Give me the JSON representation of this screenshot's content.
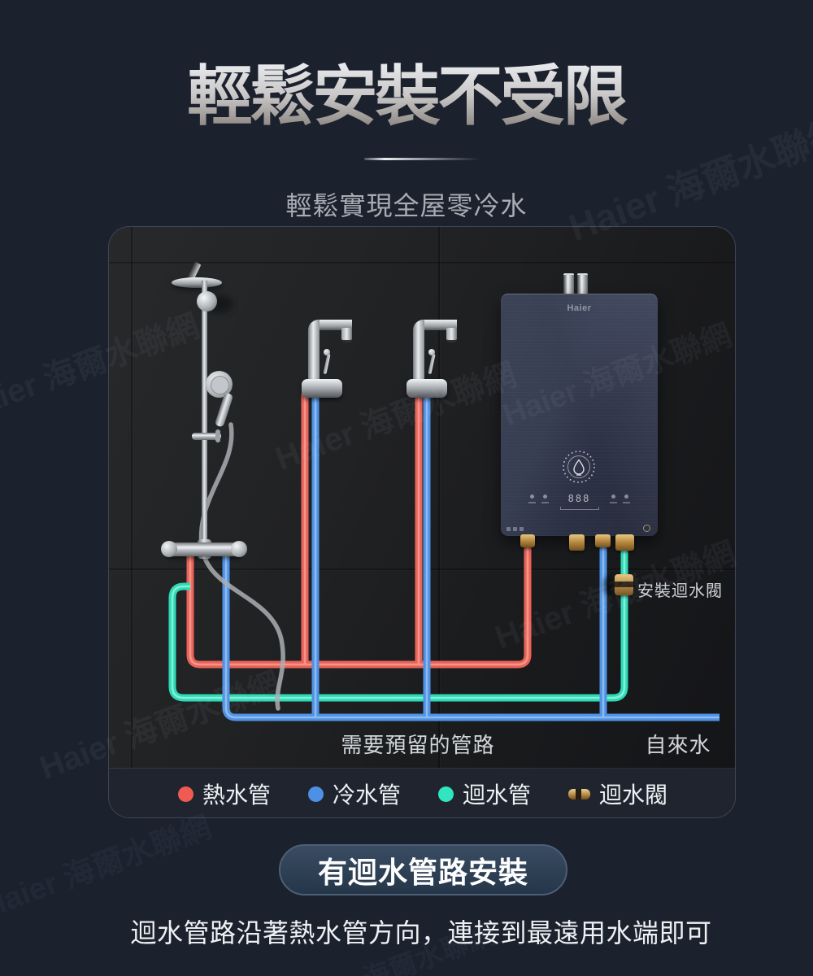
{
  "header": {
    "title": "輕鬆安裝不受限",
    "subtitle": "輕鬆實現全屋零冷水"
  },
  "diagram": {
    "heater_brand": "Haier",
    "heater_display_digits": "888",
    "callout_valve": "安裝迴水閥",
    "label_reserved": "需要預留的管路",
    "label_tap_water": "自來水",
    "legend": [
      {
        "label": "熱水管",
        "color": "#ef5a52"
      },
      {
        "label": "冷水管",
        "color": "#4d90e6"
      },
      {
        "label": "迴水管",
        "color": "#31e5c0"
      },
      {
        "label": "迴水閥",
        "color": "#c99b56"
      }
    ]
  },
  "footer": {
    "badge": "有迴水管路安裝",
    "caption": "迴水管路沿著熱水管方向，連接到最遠用水端即可"
  },
  "watermark": {
    "text": "Haier 海爾水聯網"
  },
  "colors": {
    "page_background": "#1c212e",
    "hot_pipe": "#ed6a60",
    "cold_pipe": "#5596e6",
    "recirc_pipe": "#36e3bd",
    "brass": "#c99b56",
    "title_gradient_top": "#eef0f4",
    "title_gradient_bottom": "#7f7871"
  }
}
